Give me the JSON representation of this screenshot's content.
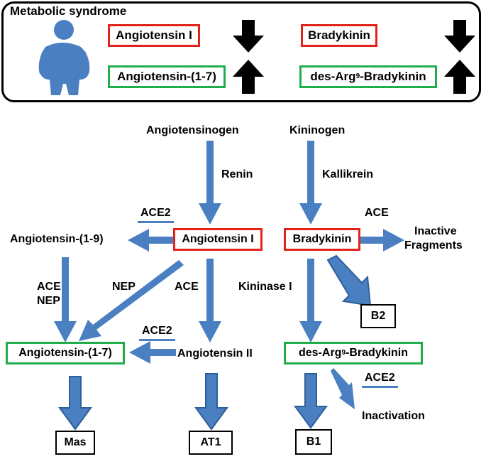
{
  "panel": {
    "title": "Metabolic syndrome",
    "items": [
      {
        "label": "Angiotensin I",
        "trend": "down"
      },
      {
        "label": "Angiotensin-(1-7)",
        "trend": "up"
      },
      {
        "label": "Bradykinin",
        "trend": "down"
      },
      {
        "label_prefix": "des-Arg",
        "label_sup": "9",
        "label_suffix": "-Bradykinin",
        "trend": "up"
      }
    ]
  },
  "pathway": {
    "angiotensinogen": "Angiotensinogen",
    "renin": "Renin",
    "angiotensin_i": "Angiotensin I",
    "ace2_top": "ACE2",
    "angiotensin_1_9": "Angiotensin-(1-9)",
    "ace_nep_line1": "ACE",
    "ace_nep_line2": "NEP",
    "nep": "NEP",
    "ace": "ACE",
    "ace2_mid": "ACE2",
    "angiotensin_1_7": "Angiotensin-(1-7)",
    "angiotensin_ii": "Angiotensin II",
    "mas": "Mas",
    "at1": "AT1",
    "kininogen": "Kininogen",
    "kallikrein": "Kallikrein",
    "bradykinin": "Bradykinin",
    "ace_right": "ACE",
    "inactive_line1": "Inactive",
    "inactive_line2": "Fragments",
    "kininase_i": "Kininase I",
    "b2": "B2",
    "des_arg_prefix": "des-Arg",
    "des_arg_sup": "9",
    "des_arg_suffix": "-Bradykinin",
    "ace2_right": "ACE2",
    "inactivation": "Inactivation",
    "b1": "B1"
  },
  "colors": {
    "arrow": "#4a7fc1",
    "arrow_dark": "#2e5f99",
    "red_box": "#e2231a",
    "green_box": "#1fae4b",
    "person": "#4a7fc1"
  },
  "icons": [
    "person-icon",
    "arrow-down-icon",
    "arrow-up-icon"
  ]
}
